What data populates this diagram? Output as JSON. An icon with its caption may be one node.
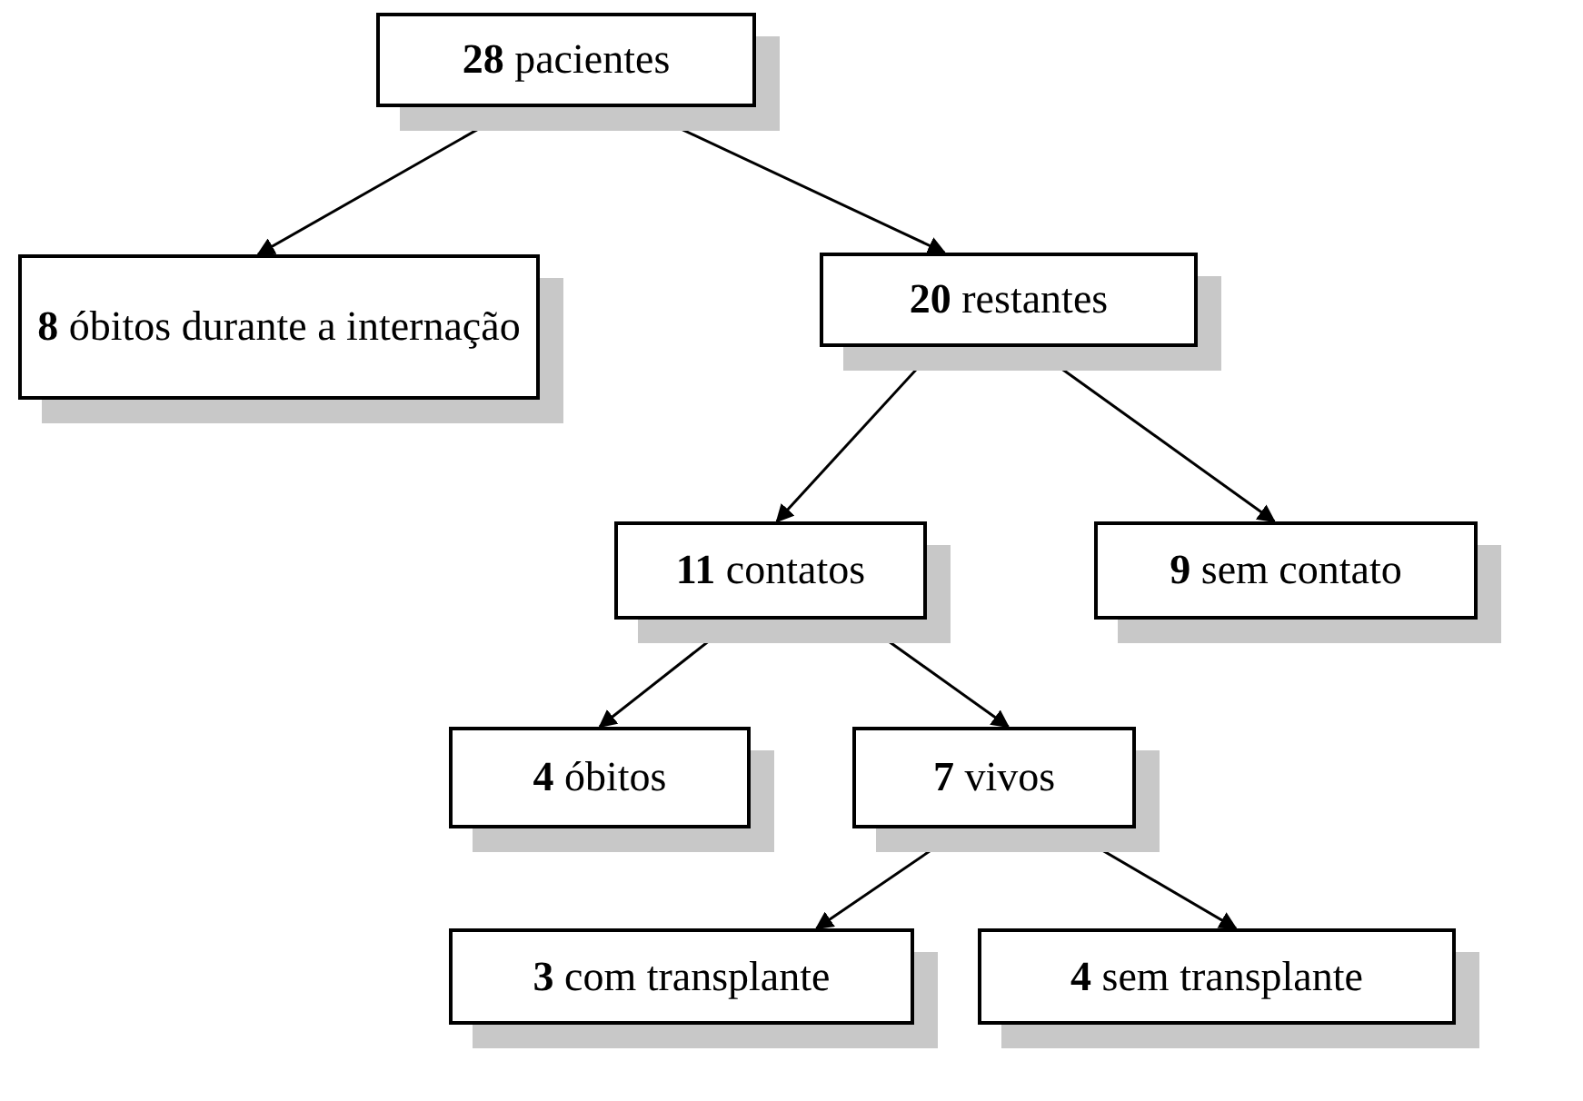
{
  "diagram": {
    "nodes": [
      {
        "text": [
          "**28** pacientes"
        ]
      },
      {
        "text": [
          "**8** óbitos durante a internação"
        ]
      },
      {
        "text": [
          "**20** restantes"
        ]
      },
      {
        "text": [
          "**11** contatos"
        ]
      },
      {
        "text": [
          "**9** sem contato"
        ]
      },
      {
        "text": [
          "**4** óbitos"
        ]
      },
      {
        "text": [
          "**7** vivos"
        ]
      },
      {
        "text": [
          "**3** com transplante"
        ]
      },
      {
        "text": [
          "**4** sem transplante"
        ]
      }
    ],
    "edges": [
      {
        "from": 0,
        "to": 1,
        "arrow": "to"
      },
      {
        "from": 0,
        "to": 2,
        "arrow": "to"
      },
      {
        "from": 2,
        "to": 3,
        "arrow": "to"
      },
      {
        "from": 2,
        "to": 4,
        "arrow": "to"
      },
      {
        "from": 3,
        "to": 5,
        "arrow": "to"
      },
      {
        "from": 3,
        "to": 6,
        "arrow": "to"
      },
      {
        "from": 6,
        "to": 7,
        "arrow": "to"
      },
      {
        "from": 6,
        "to": 8,
        "arrow": "to"
      }
    ]
  }
}
